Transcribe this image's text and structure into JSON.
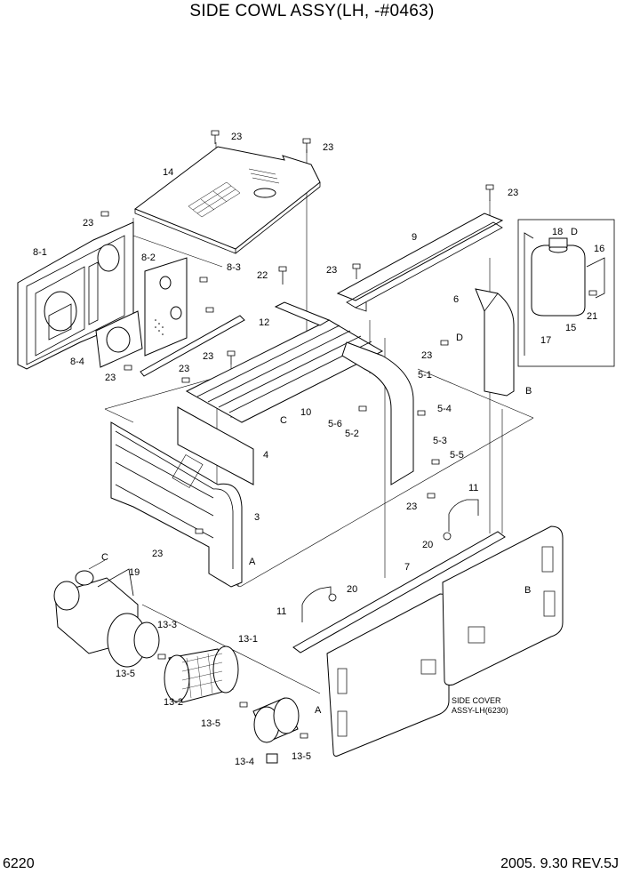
{
  "title": "SIDE COWL ASSY(LH, -#0463)",
  "page_number": "6220",
  "revision": "2005. 9.30 REV.5J",
  "side_cover_note": [
    "SIDE COVER",
    "ASSY-LH(6230)"
  ],
  "labels": {
    "l14": "14",
    "l23a": "23",
    "l23b": "23",
    "l23c": "23",
    "l23d": "23",
    "l9": "9",
    "l18": "18",
    "lD1": "D",
    "l16": "16",
    "l81": "8-1",
    "l82": "8-2",
    "l83": "8-3",
    "l22": "22",
    "l23e": "23",
    "l12": "12",
    "l6": "6",
    "l15": "15",
    "l21": "21",
    "l17": "17",
    "lD2": "D",
    "l23f": "23",
    "l84": "8-4",
    "l23g": "23",
    "l23h": "23",
    "l23i": "23",
    "l51": "5-1",
    "lB1": "B",
    "lC1": "C",
    "l10": "10",
    "l56": "5-6",
    "l52": "5-2",
    "l54": "5-4",
    "l53": "5-3",
    "l55": "5-5",
    "l4": "4",
    "l3": "3",
    "l23j": "23",
    "l11a": "11",
    "l20a": "20",
    "l23k": "23",
    "lA1": "A",
    "lC2": "C",
    "l19": "19",
    "l7": "7",
    "lB2": "B",
    "l20b": "20",
    "l11b": "11",
    "l133": "13-3",
    "l131": "13-1",
    "l135a": "13-5",
    "l132": "13-2",
    "l135b": "13-5",
    "lA2": "A",
    "l134": "13-4",
    "l135c": "13-5"
  }
}
